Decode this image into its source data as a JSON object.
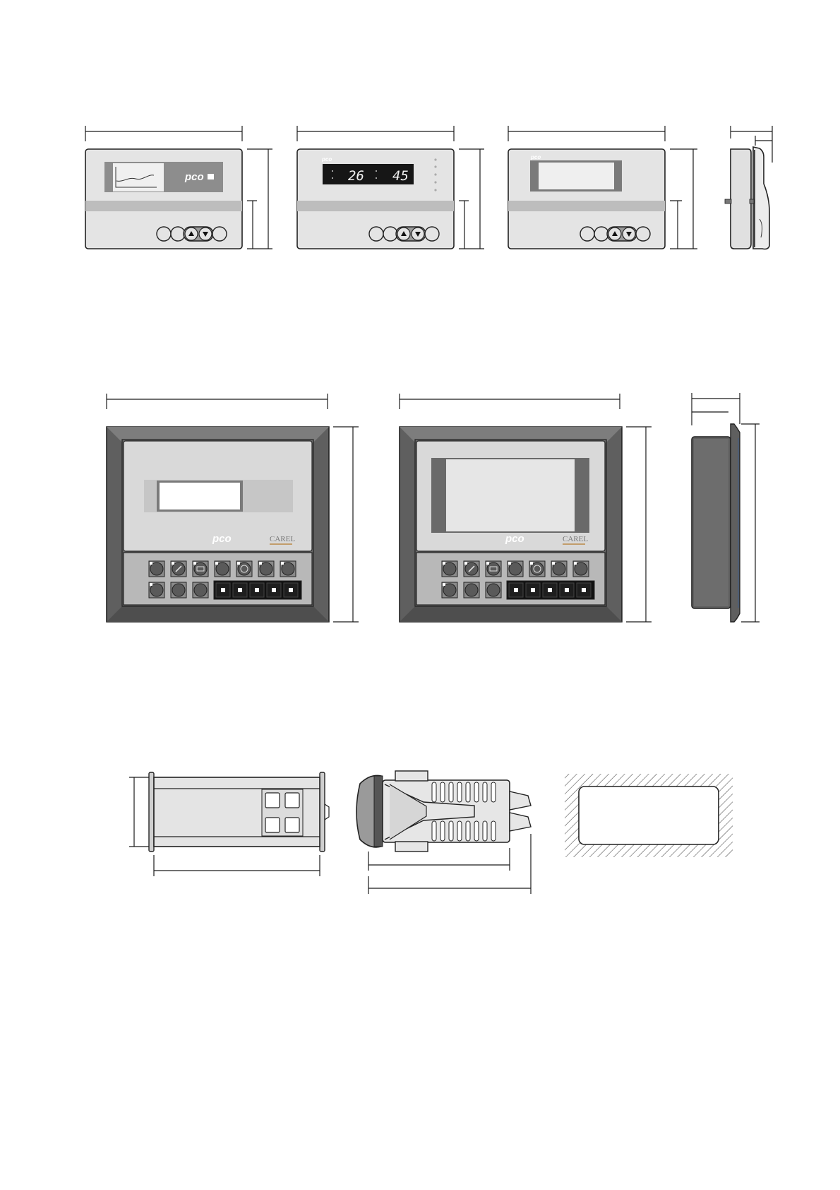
{
  "top_row": {
    "front1": {
      "logo": "pco"
    },
    "front2": {
      "display_left": "26",
      "display_right": "45",
      "logo": "pco"
    },
    "front3": {
      "logo": "pco"
    }
  },
  "middle_row": {
    "panel_a": {
      "logo": "pco",
      "brand": "CAREL"
    },
    "panel_b": {
      "logo": "pco",
      "brand": "CAREL"
    }
  },
  "colors": {
    "housing": "#e4e4e4",
    "band": "#bdbdbd",
    "lcd_bezel": "#7a7a7a",
    "lcd_screen": "#efefef",
    "frame_dark": "#5f5f5f",
    "key_dark": "#1e1e1e",
    "led_display": "#161616"
  },
  "icons": [
    "up-arrow-icon",
    "down-arrow-icon",
    "tool-icon",
    "printer-icon",
    "clock-icon",
    "hatch-cutout-icon"
  ]
}
